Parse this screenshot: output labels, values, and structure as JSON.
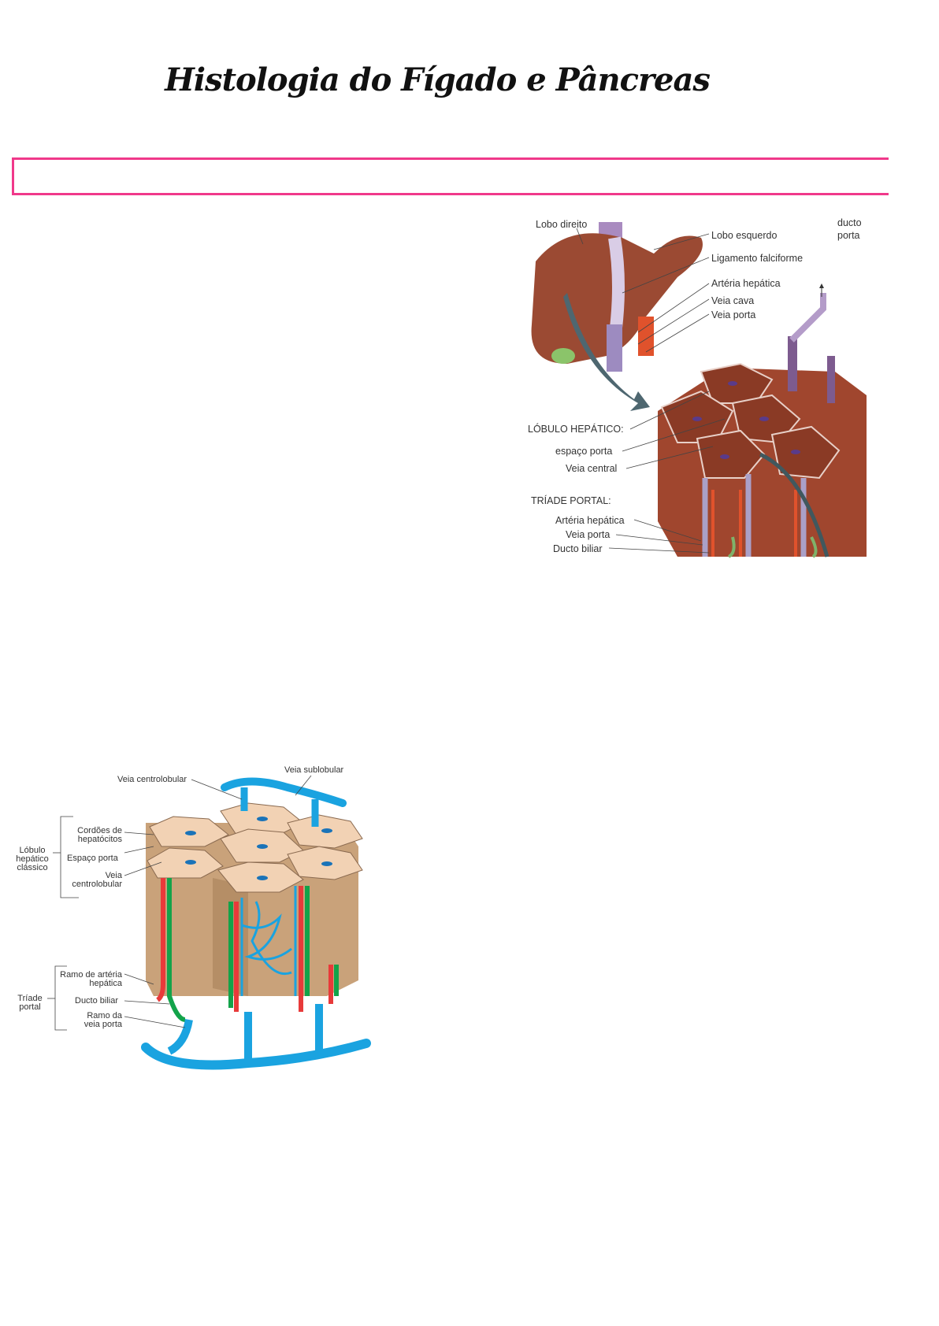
{
  "title": "Histologia do Fígado e Pâncreas",
  "figure1": {
    "labels": {
      "lobo_direito": "Lobo direito",
      "lobo_esquerdo": "Lobo esquerdo",
      "ligamento": "Ligamento falciforme",
      "arteria_hepatica": "Artéria hepática",
      "veia_cava": "Veia cava",
      "veia_porta": "Veia porta",
      "lobulo_hepatico": "LÓBULO HEPÁTICO:",
      "espaco_porta": "espaço porta",
      "veia_central": "Veia central",
      "triade_portal": "TRÍADE PORTAL:",
      "triade_arteria": "Artéria hepática",
      "triade_veia": "Veia porta",
      "ducto_biliar": "Ducto biliar",
      "cut_1": "ducto",
      "cut_2": "porta"
    }
  },
  "figure2": {
    "labels": {
      "veia_centrolobular_top": "Veia centrolobular",
      "veia_sublobular": "Veia sublobular",
      "cordoes": "Cordões de hepatócitos",
      "lobulo_classico": "Lóbulo hepático clássico",
      "espaco_porta": "Espaço porta",
      "veia_centrolobular": "Veia centrolobular",
      "ramo_arteria": "Ramo de artéria hepática",
      "triade_portal": "Tríade portal",
      "ducto_biliar": "Ducto biliar",
      "ramo_veia": "Ramo da veia porta"
    }
  }
}
